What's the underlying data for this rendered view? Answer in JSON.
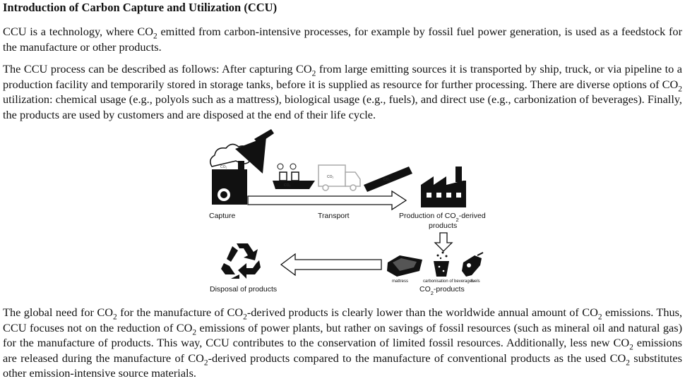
{
  "title": "Introduction of Carbon Capture and Utilization (CCU)",
  "para1": [
    "CCU is a technology, where CO",
    "2",
    " emitted from carbon-intensive processes, for example by fossil fuel power generation, is used as a feedstock for the manufacture or other products."
  ],
  "para2": [
    "The CCU process can be described as follows: After capturing CO",
    "2",
    " from large emitting sources it is transported by ship, truck, or via pipeline to a production facility and temporarily stored in storage tanks, before it is supplied as resource for further processing. There are diverse options of CO",
    "2",
    " utilization: chemical usage (e.g., polyols such as a mattress), biological usage (e.g., fuels), and direct use (e.g., carbonization of beverages). Finally, the products are used by customers and are disposed at the end of their life cycle."
  ],
  "para3": [
    "The global need for CO",
    "2",
    " for the manufacture of CO",
    "2",
    "-derived products is clearly lower than the worldwide annual amount of CO",
    "2",
    " emissions. Thus, CCU focuses not on the reduction of CO",
    "2",
    " emissions of power plants, but rather on savings of fossil resources (such as mineral oil and natural gas) for the manufacture of products. This way, CCU contributes to the conservation of limited fossil resources. Additionally, less new CO",
    "2",
    " emissions are released during the manufacture of CO",
    "2",
    "-derived products compared to the manufacture of conventional products as the used CO",
    "2",
    " substitutes other emission-intensive source materials."
  ],
  "diagram": {
    "capture": "Capture",
    "transport": "Transport",
    "production_line1_pre": "Production of CO",
    "production_line1_sub": "2",
    "production_line1_post": "-derived",
    "production_line2": "products",
    "disposal": "Disposal of products",
    "co2_products_pre": "CO",
    "co2_products_sub": "2",
    "co2_products_post": "-products",
    "mattress": "mattress",
    "beverages": "carbonisation of beverages",
    "fuels": "fuels",
    "co2_tag": "CO₂"
  }
}
